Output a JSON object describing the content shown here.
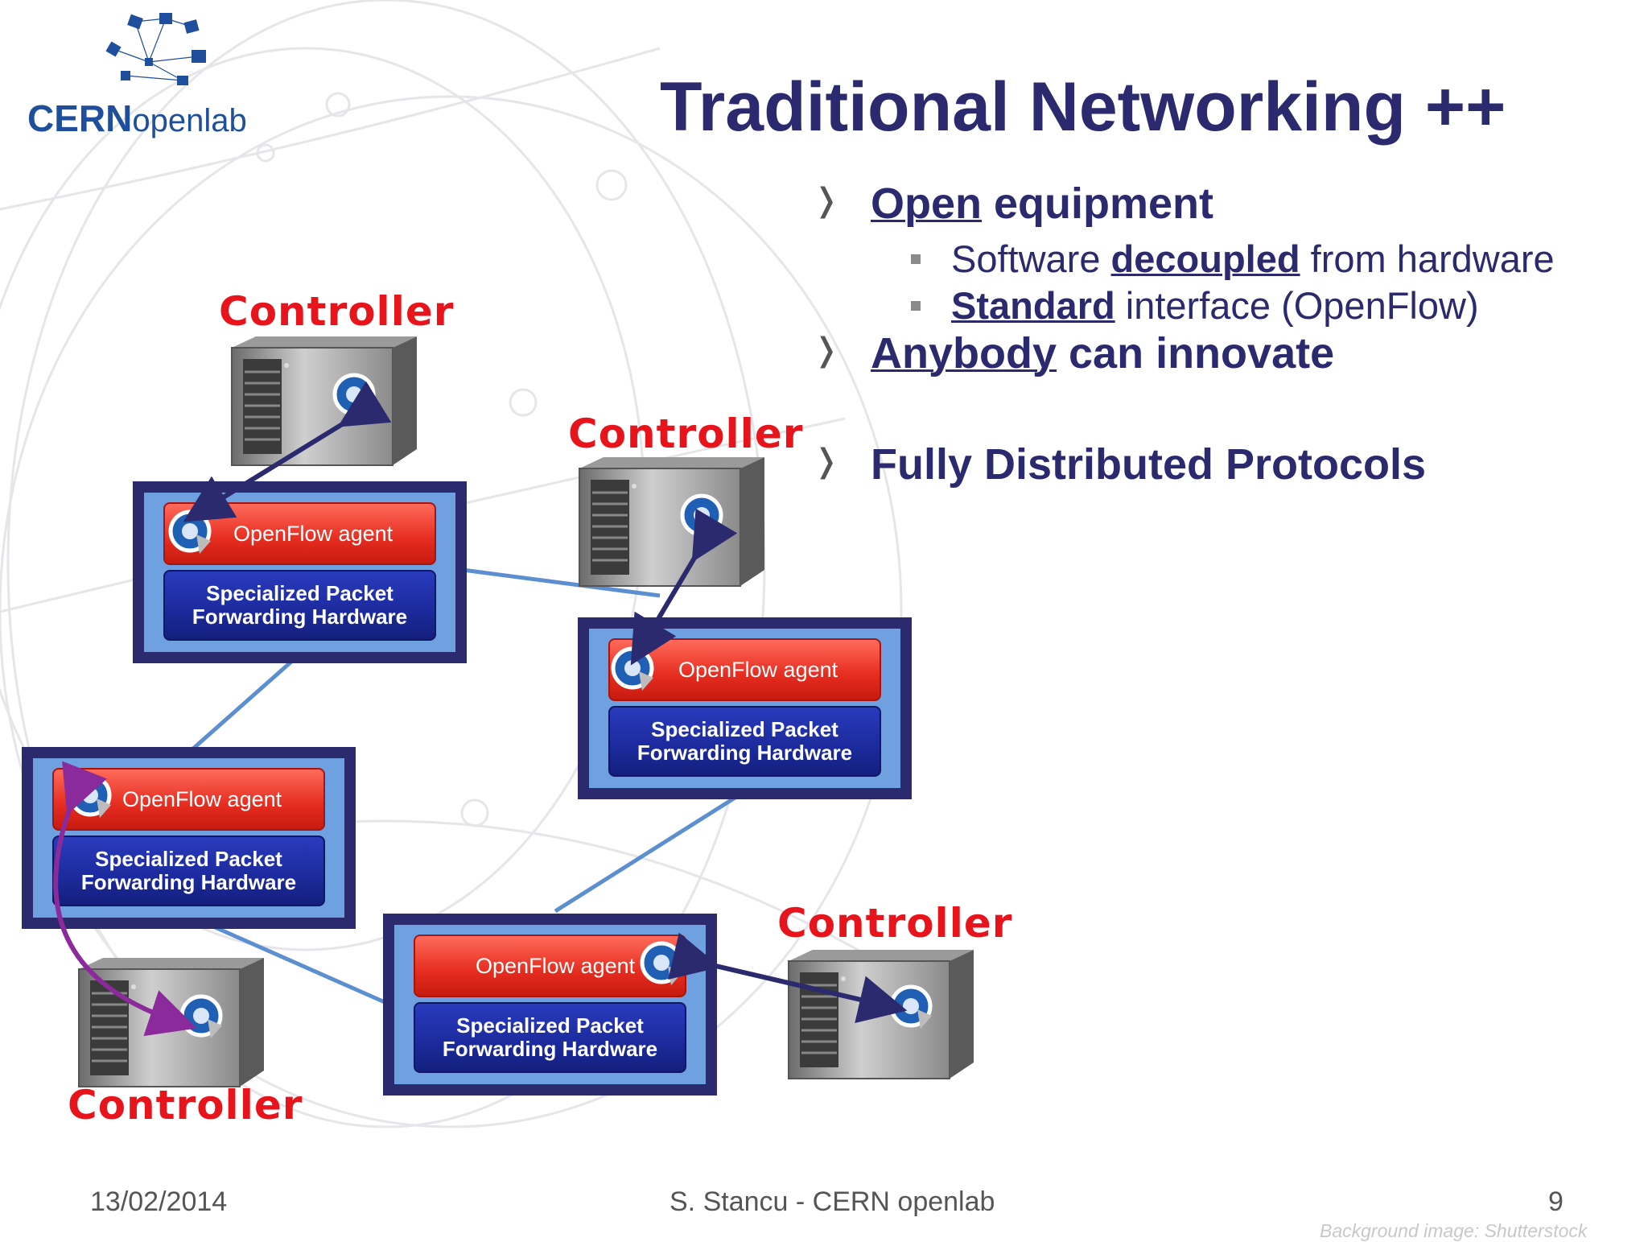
{
  "logo": {
    "bold": "CERN",
    "light": "openlab"
  },
  "title": "Traditional Networking ++",
  "bullets": {
    "open_underlined": "Open",
    "open_rest": " equipment",
    "sub1_pre": "Software ",
    "sub1_u": "decoupled",
    "sub1_post": " from hardware",
    "sub2_u": "Standard",
    "sub2_post": " interface (OpenFlow)",
    "anybody_u": "Anybody",
    "anybody_rest": " can innovate",
    "distributed": "Fully Distributed Protocols"
  },
  "diagram": {
    "controller_label": "Controller",
    "agent_label": "OpenFlow agent",
    "hw_line1": "Specialized Packet",
    "hw_line2": "Forwarding Hardware"
  },
  "footer": {
    "date": "13/02/2014",
    "author": "S. Stancu - CERN openlab",
    "page": "9",
    "credit": "Background image: Shutterstock"
  },
  "colors": {
    "title": "#2b2a6e",
    "controller": "#e8141b",
    "agent": "#e52c1f",
    "hardware": "#1b2a9c",
    "link": "#5b8fd0"
  }
}
